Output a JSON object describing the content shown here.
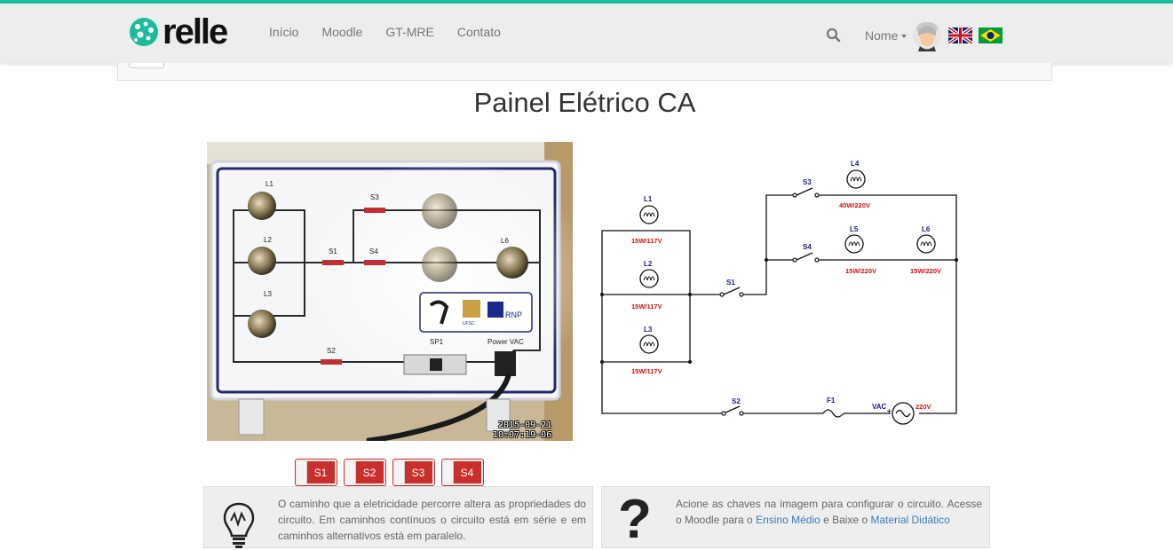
{
  "nav": {
    "brand": "relle",
    "links": [
      "Início",
      "Moodle",
      "GT-MRE",
      "Contato"
    ],
    "user_name": "Nome",
    "flags": [
      "uk-flag-icon",
      "brazil-flag-icon"
    ]
  },
  "title": "Painel Elétrico CA",
  "camera": {
    "labels": {
      "L1": "L1",
      "L2": "L2",
      "L3": "L3",
      "L6": "L6",
      "S1": "S1",
      "S2": "S2",
      "S3": "S3",
      "S4": "S4",
      "SP1": "SP1",
      "power": "Power VAC",
      "rnp": "RNP",
      "ufsc": "UFSC"
    },
    "date": "2015-09-21",
    "time": "10:07:19-06"
  },
  "schematic": {
    "lamps": [
      {
        "label": "L1",
        "rating": "15W/117V"
      },
      {
        "label": "L2",
        "rating": "15W/117V"
      },
      {
        "label": "L3",
        "rating": "15W/117V"
      },
      {
        "label": "L4",
        "rating": "40W/220V"
      },
      {
        "label": "L5",
        "rating": "15W/220V"
      },
      {
        "label": "L6",
        "rating": "15W/220V"
      }
    ],
    "switches": [
      "S1",
      "S2",
      "S3",
      "S4"
    ],
    "fuse": "F1",
    "source_label": "VAC",
    "source_plus": "+",
    "source_value": "220V"
  },
  "controls": {
    "switches": [
      "S1",
      "S2",
      "S3",
      "S4"
    ]
  },
  "info": {
    "left_text": "O caminho que a eletricidade percorre altera as propriedades do circuito. Em caminhos contínuos o circuito está em série e em caminhos alternativos está em paralelo.",
    "question_mark": "?",
    "right_pre": "Acione as chaves na imagem para configurar o circuito. Acesse o Moodle para o ",
    "right_link1": "Ensino Médio",
    "right_mid": " e Baixe o ",
    "right_link2": "Material Didático"
  },
  "colors": {
    "accent": "#1abc9c",
    "switch_red": "#c9302c",
    "schematic_blue": "#1a1aa8",
    "schematic_red": "#cc1111"
  }
}
